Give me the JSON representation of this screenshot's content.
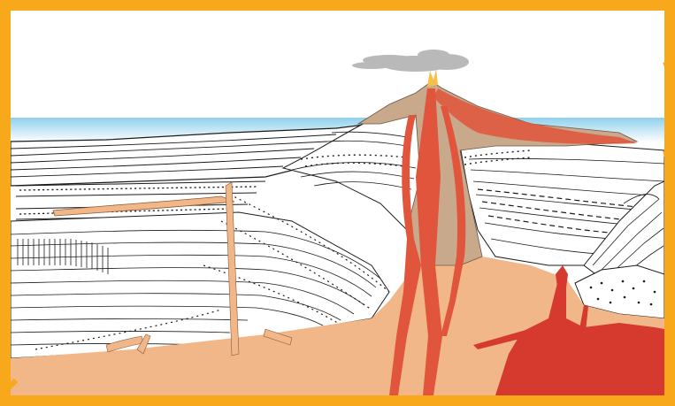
{
  "diagram": {
    "colors": {
      "frame": "#f7a81b",
      "sky_water": "#7cc4e4",
      "background": "#ffffff",
      "magma_chamber": "#d63a2f",
      "lava_conduit": "#e0553b",
      "volcano_cone": "#c9a98c",
      "crust_fill": "#f1b789",
      "strata_lines": "#1b1b1b",
      "smoke": "#b9b9b9",
      "eruption": "#f6c14a"
    },
    "icons": [
      "volcano-cone",
      "smoke-plume",
      "magma-chamber",
      "dike",
      "sill",
      "sedimentary-strata"
    ]
  }
}
